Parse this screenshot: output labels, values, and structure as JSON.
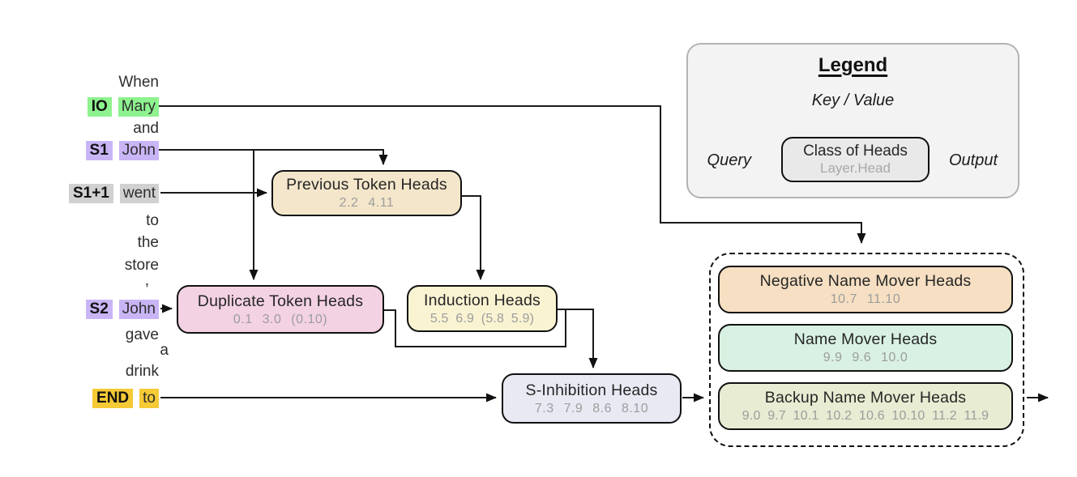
{
  "colors": {
    "io_green": "#8ef28e",
    "subject_purple": "#c9b5f6",
    "s1p1_gray": "#d1d1d1",
    "end_yellow": "#f5ca35",
    "previous_bg": "#f4e6ca",
    "duplicate_bg": "#f3d2e3",
    "induction_bg": "#faf3d2",
    "s_inhibition_bg": "#e8e9f3",
    "negative_bg": "#f6dfc2",
    "name_mover_bg": "#d8f1e2",
    "backup_bg": "#e7ecd2"
  },
  "tokens": [
    {
      "label": "",
      "text": "When"
    },
    {
      "label": "IO",
      "text": "Mary"
    },
    {
      "label": "",
      "text": "and"
    },
    {
      "label": "S1",
      "text": "John"
    },
    {
      "label": "S1+1",
      "text": "went"
    },
    {
      "label": "",
      "text": "to"
    },
    {
      "label": "",
      "text": "the"
    },
    {
      "label": "",
      "text": "store"
    },
    {
      "label": "",
      "text": ","
    },
    {
      "label": "S2",
      "text": "John"
    },
    {
      "label": "",
      "text": "gave"
    },
    {
      "label": "",
      "text": "a"
    },
    {
      "label": "",
      "text": "drink"
    },
    {
      "label": "END",
      "text": "to"
    }
  ],
  "nodes": {
    "previous_token": {
      "title": "Previous Token Heads",
      "heads": "2.2 4.11"
    },
    "duplicate_token": {
      "title": "Duplicate Token Heads",
      "heads": "0.1 3.0 (0.10)"
    },
    "induction": {
      "title": "Induction Heads",
      "heads": "5.5 6.9 (5.8 5.9)"
    },
    "s_inhibition": {
      "title": "S-Inhibition Heads",
      "heads": "7.3 7.9 8.6 8.10"
    },
    "negative_name_mover": {
      "title": "Negative Name Mover Heads",
      "heads": "10.7 11.10"
    },
    "name_mover": {
      "title": "Name Mover Heads",
      "heads": "9.9 9.6 10.0"
    },
    "backup_name_mover": {
      "title": "Backup Name Mover Heads",
      "heads": "9.0 9.7 10.1 10.2 10.6 10.10 11.2 11.9"
    }
  },
  "legend": {
    "title": "Legend",
    "key_value": "Key / Value",
    "query": "Query",
    "output": "Output",
    "class_title": "Class of Heads",
    "class_sub": "Layer.Head"
  }
}
